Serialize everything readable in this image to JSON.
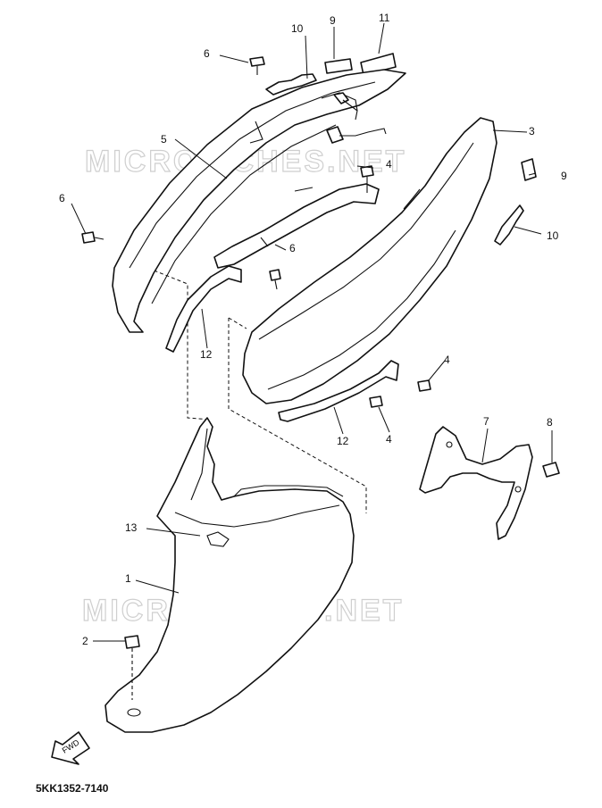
{
  "watermark": {
    "text_top": "MICROFICHES.NET",
    "text_bottom": "MICROFICHES.NET"
  },
  "diagram_code": "5KK1352-7140",
  "fwd_label": "FWD",
  "callouts": {
    "c1": "1",
    "c2": "2",
    "c3": "3",
    "c4a": "4",
    "c4b": "4",
    "c4c": "4",
    "c5": "5",
    "c6a": "6",
    "c6b": "6",
    "c6c": "6",
    "c7": "7",
    "c8": "8",
    "c9a": "9",
    "c9b": "9",
    "c10a": "10",
    "c10b": "10",
    "c11": "11",
    "c12a": "12",
    "c12b": "12",
    "c13": "13"
  }
}
